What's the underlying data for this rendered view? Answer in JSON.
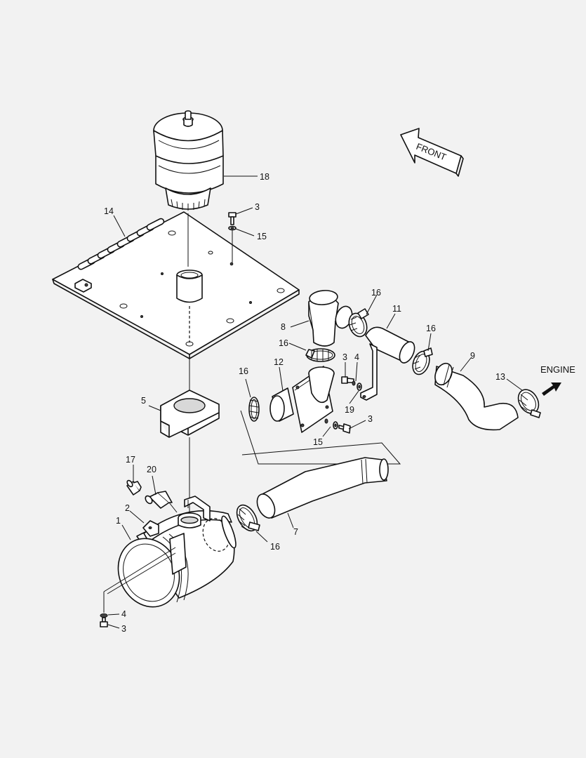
{
  "labels": {
    "front": "FRONT",
    "engine": "ENGINE",
    "callouts": [
      "1",
      "2",
      "3",
      "3",
      "3",
      "3",
      "4",
      "4",
      "5",
      "7",
      "8",
      "9",
      "11",
      "12",
      "13",
      "14",
      "15",
      "15",
      "16",
      "16",
      "16",
      "16",
      "16",
      "17",
      "18",
      "19",
      "20"
    ]
  }
}
